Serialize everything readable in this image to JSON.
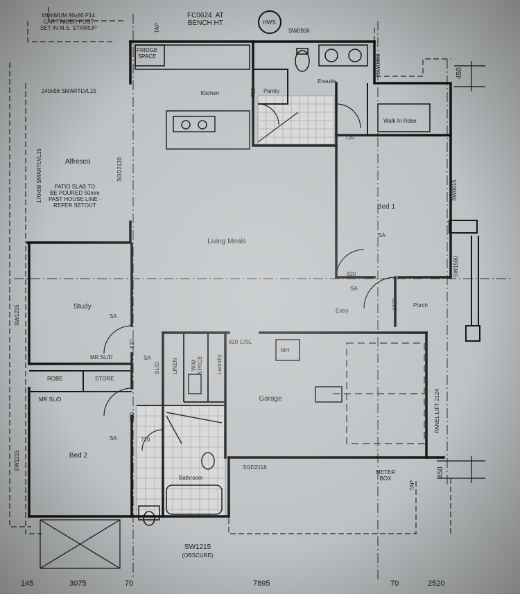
{
  "labels": {
    "post_note": "MINIMUM 90x90 F14\nCAR TIMBER POST\nSET IN M.S. STIRRUP",
    "tap_top": "TAP",
    "fc_note": "FC0624  AT\nBENCH HT",
    "hws": "HWS",
    "sw0906": "SW0906",
    "sw0906_v": "SW0906",
    "dim_450_top": "450",
    "fridge": "FRIDGE\nSPACE",
    "kitchen": "Kitchen",
    "pantry": "Pantry",
    "ensuite": "Ensuite",
    "d720_pantry": "720",
    "d720_ensuite": "720",
    "walkin": "Walk In Robe",
    "beam_240": "240x58 SMARTLVL15",
    "beam_170": "170x58 SMARTLVL15",
    "alfresco": "Alfresco",
    "patio_note": "PATIO SLAB TO\nBE POURED 50mm\nPAST HOUSE LINE -\nREFER SETOUT",
    "sgd2130": "SGD2130",
    "sw0615": "SW0615",
    "bed1": "Bed 1",
    "sa_bed1": "SA",
    "living": "Living Meals",
    "d820_living": "820",
    "sa_entry": "SA",
    "sw1500": "SW1500",
    "entry": "Entry",
    "d1020": "1020",
    "porch": "Porch",
    "sw1215_left": "SW1215",
    "study": "Study",
    "sa_study": "SA",
    "d820_study": "820",
    "mr_sld_study": "MR SL/D",
    "sa_hall": "SA",
    "sld": "SL/D",
    "linen": "LINEN",
    "wm_space": "W/M\nSPACE",
    "laundry": "Laundry",
    "d820_csl": "820 C/SL",
    "mh": "MH",
    "panel_lift": "PANEL LIFT 2124",
    "robe": "ROBE",
    "store": "STORE",
    "mr_sld_bed2": "MR SL/D",
    "garage": "Garage",
    "d820_bed2": "820",
    "sa_bed2": "SA",
    "sw1215_left2": "SW1215",
    "d720_bath": "720",
    "bed2": "Bed 2",
    "bathroom": "Bathroom",
    "sgd2118": "SGD2118",
    "meter_box": "METER\nBOX",
    "tap_bottom": "TAP",
    "dim_450_bottom": "450",
    "sw1215_bottom": "SW1215",
    "obscure": "(OBSCURE)"
  },
  "dimensions_bottom": [
    "145",
    "3075",
    "70",
    "7895",
    "70",
    "2520"
  ],
  "colors": {
    "wall": "#141414",
    "paper": "#bfc2c4",
    "tile": "#d9dbdc",
    "line": "#2a2a2a"
  }
}
